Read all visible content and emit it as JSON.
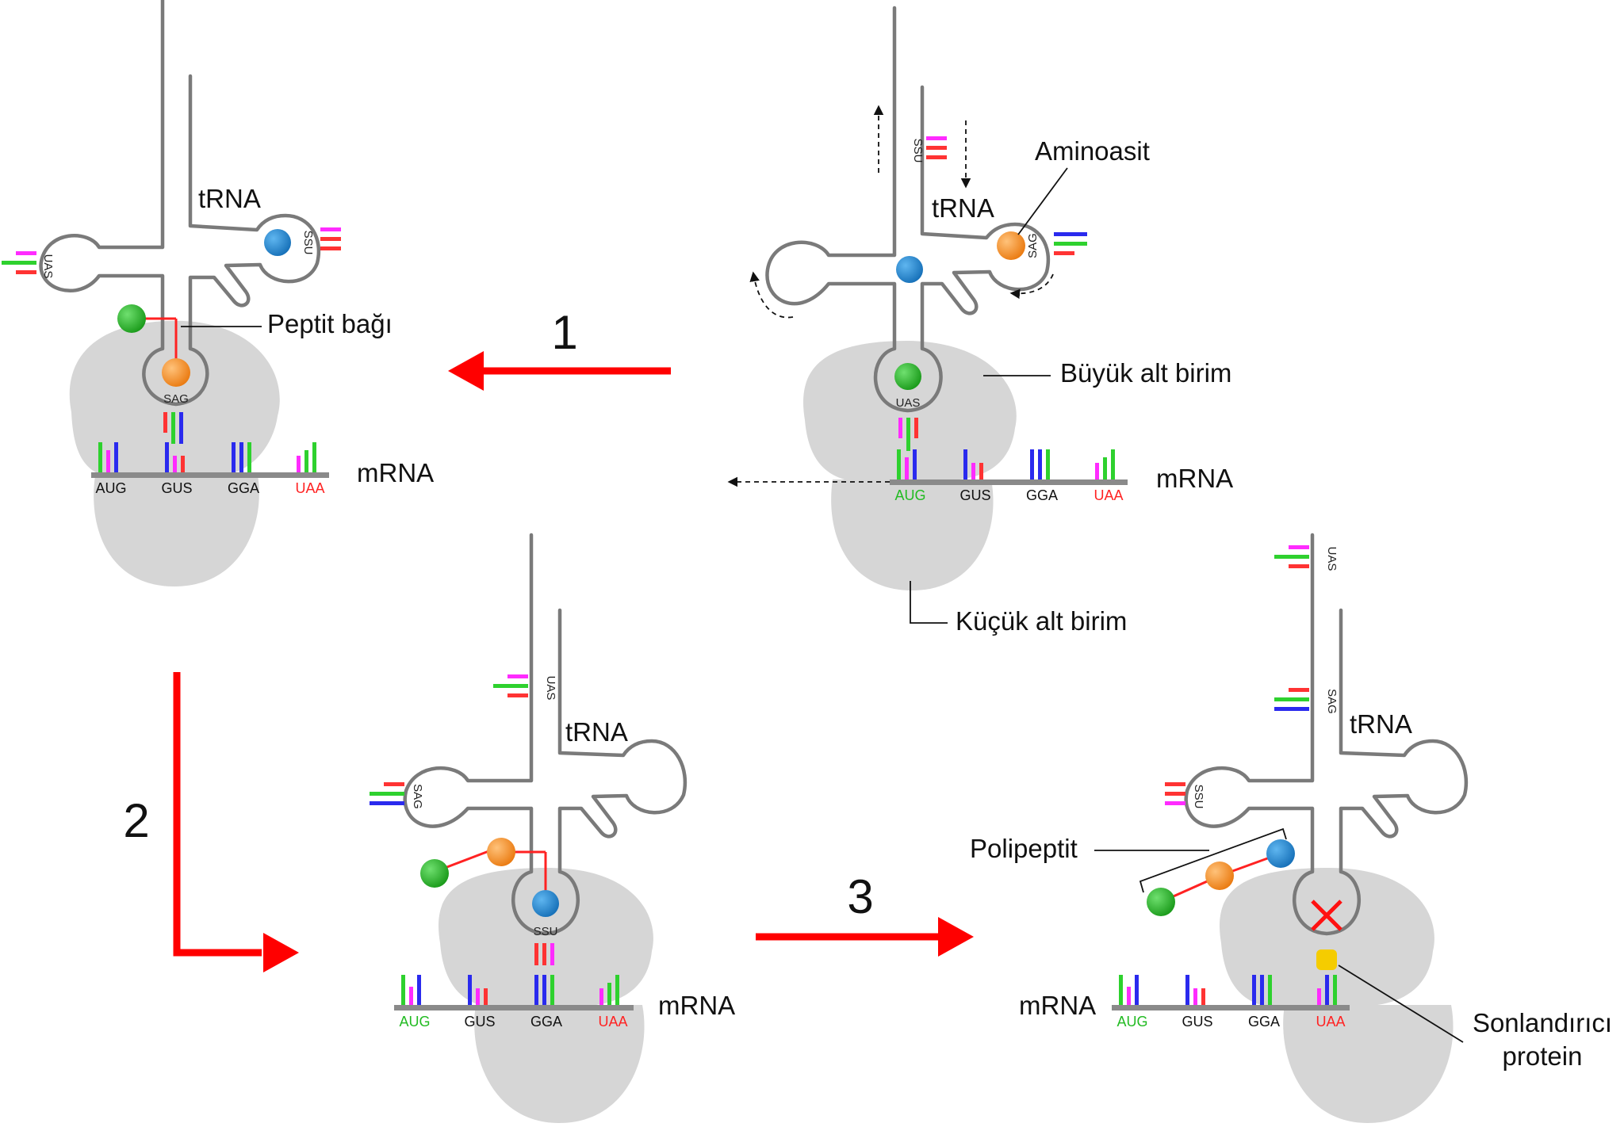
{
  "labels": {
    "trna": "tRNA",
    "mrna": "mRNA",
    "peptide_bond": "Peptit bağı",
    "amino_acid": "Aminoasit",
    "large_subunit": "Büyük alt birim",
    "small_subunit": "Küçük alt birim",
    "polypeptide": "Polipeptit",
    "release_factor_line1": "Sonlandırıcı",
    "release_factor_line2": "protein"
  },
  "steps": [
    "1",
    "2",
    "3"
  ],
  "codons": [
    "AUG",
    "GUS",
    "GGA",
    "UAA"
  ],
  "codon_colors": [
    "#22bb22",
    "#111111",
    "#111111",
    "#ff2222"
  ],
  "anticodons": {
    "uas": "UAS",
    "sag": "SAG",
    "ssu": "SSU"
  },
  "colors": {
    "arrow": "#ff0000",
    "bead_green": "#22aa22",
    "bead_orange": "#f08a1e",
    "bead_blue": "#1e86d0",
    "release_factor": "#f5cc00",
    "subunit": "#d6d6d6",
    "rna_backbone": "#7a7a7a"
  }
}
